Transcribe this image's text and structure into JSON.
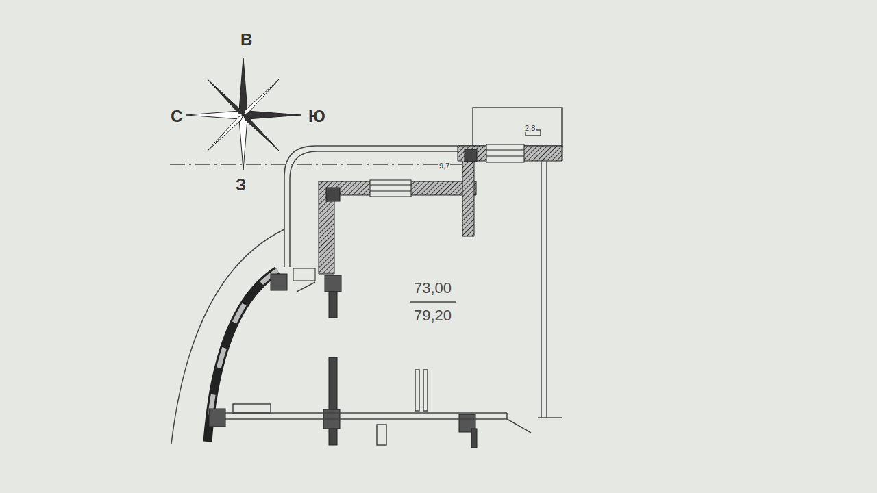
{
  "diagram": {
    "labels": [
      "В",
      "С",
      "Ю",
      "З",
      "2,8",
      "9,7",
      "73,00",
      "79,20"
    ]
  }
}
